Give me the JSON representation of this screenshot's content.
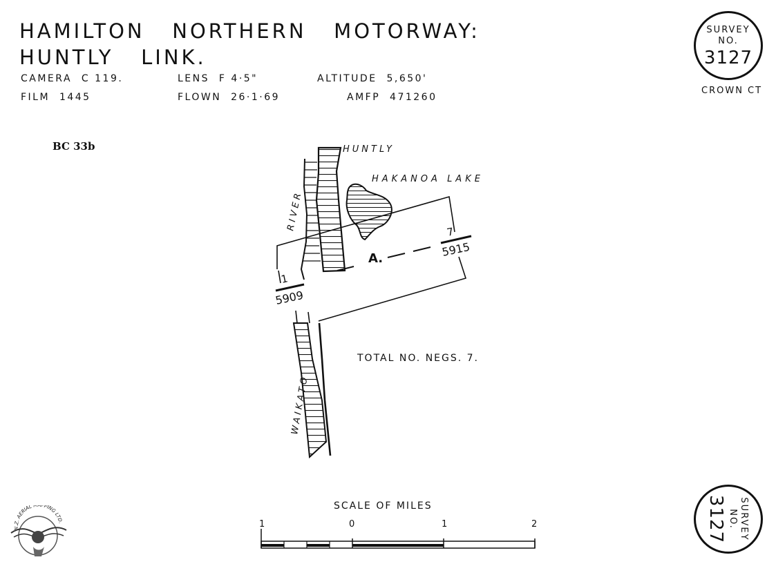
{
  "header": {
    "title_line1": "HAMILTON   NORTHERN   MOTORWAY:",
    "title_line2": "HUNTLY   LINK.",
    "camera": "CAMERA  C 119.",
    "lens": "LENS  F 4·5\"",
    "altitude": "ALTITUDE  5,650'",
    "film": "FILM  1445",
    "flown": "FLOWN  26·1·69",
    "amfp": "AMFP  471260"
  },
  "reference": "BC 33b",
  "stamp_top": {
    "line1": "SURVEY",
    "line2": "NO.",
    "number": "3127",
    "note": "CROWN  CT"
  },
  "stamp_bottom": {
    "line1": "SURVEY",
    "line2": "NO.",
    "number": "3127"
  },
  "map": {
    "place_huntly": "HUNTLY",
    "lake": "HAKANOA  LAKE",
    "river_word1": "RIVER",
    "river_word2": "WAIKATO",
    "run_label": "A.",
    "start_frame_top": "1",
    "start_frame_bottom": "5909",
    "end_frame_top": "7",
    "end_frame_bottom": "5915",
    "total_negs": "TOTAL  NO.  NEGS.  7."
  },
  "scale": {
    "title": "SCALE  OF  MILES",
    "ticks": [
      "1",
      "0",
      "1",
      "2"
    ]
  },
  "logo_text": "N.Z. AERIAL MAPPING LTD."
}
